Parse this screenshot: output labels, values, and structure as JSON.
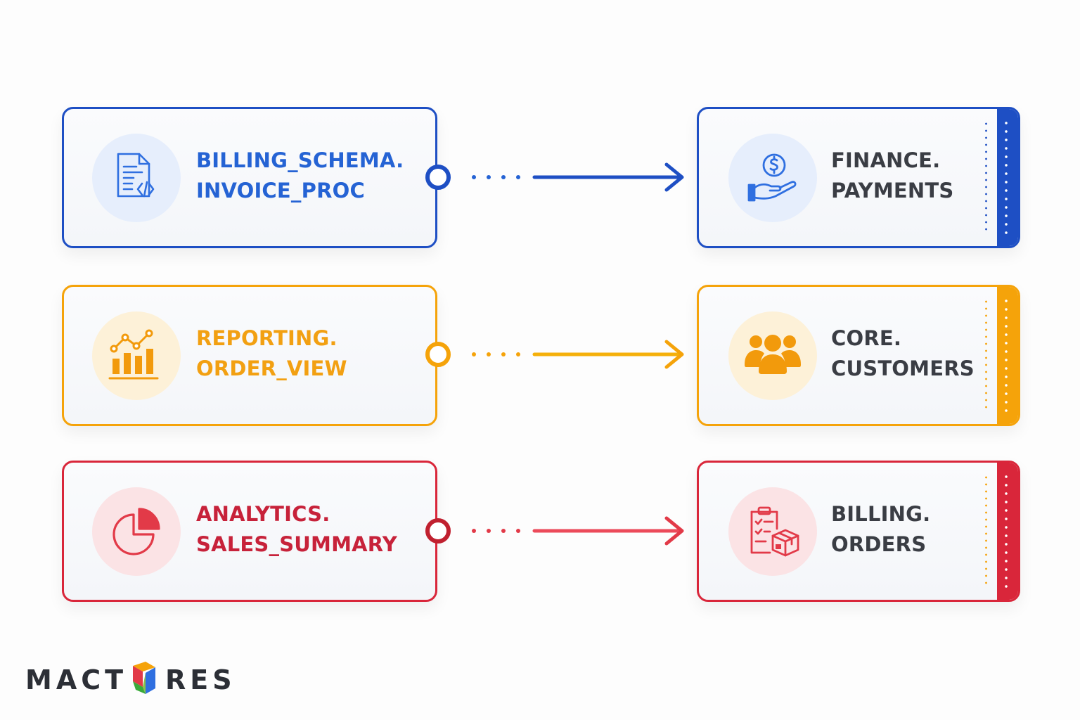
{
  "mappings": [
    {
      "source": {
        "line1": "BILLING_SCHEMA.",
        "line2": "INVOICE_PROC",
        "icon": "code-document-icon"
      },
      "target": {
        "line1": "FINANCE.",
        "line2": "PAYMENTS",
        "icon": "hand-dollar-icon"
      },
      "color": "#1e4fc4",
      "tint": "#e6eefc"
    },
    {
      "source": {
        "line1": "REPORTING.",
        "line2": "ORDER_VIEW",
        "icon": "bar-chart-trend-icon"
      },
      "target": {
        "line1": "CORE.",
        "line2": "CUSTOMERS",
        "icon": "users-group-icon"
      },
      "color": "#f5a30a",
      "tint": "#fdf1d8"
    },
    {
      "source": {
        "line1": "ANALYTICS.",
        "line2": "SALES_SUMMARY",
        "icon": "pie-chart-icon"
      },
      "target": {
        "line1": "BILLING.",
        "line2": "ORDERS",
        "icon": "clipboard-box-icon"
      },
      "color": "#d9263a",
      "tint": "#fbe3e5"
    }
  ],
  "logo": {
    "text_before": "MACT",
    "text_after": "RES"
  }
}
